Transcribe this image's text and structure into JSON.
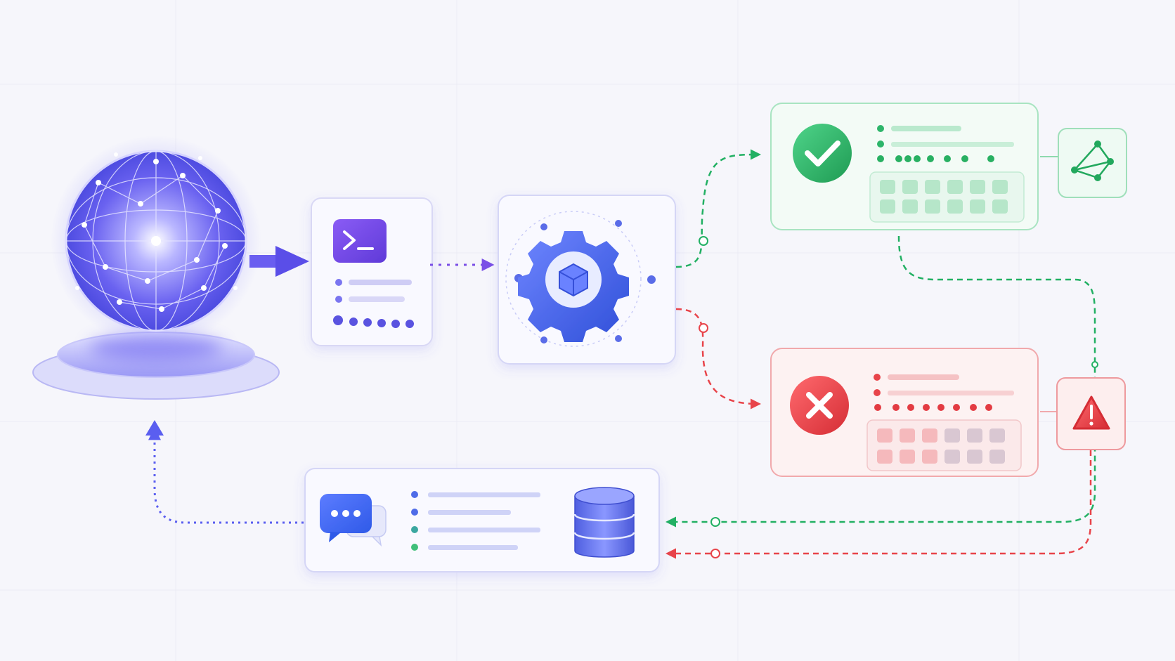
{
  "diagram": {
    "nodes": [
      {
        "id": "globe",
        "kind": "ai-core",
        "icon": "network-globe-icon"
      },
      {
        "id": "terminal",
        "kind": "prompt-card",
        "icon": "terminal-icon"
      },
      {
        "id": "processor",
        "kind": "processing-card",
        "icon": "gear-cube-icon"
      },
      {
        "id": "success",
        "kind": "result-card",
        "status": "success",
        "icon": "check-circle-icon"
      },
      {
        "id": "failure",
        "kind": "result-card",
        "status": "error",
        "icon": "x-circle-icon"
      },
      {
        "id": "graph",
        "kind": "badge",
        "icon": "graph-nodes-icon"
      },
      {
        "id": "alert",
        "kind": "badge",
        "icon": "warning-triangle-icon"
      },
      {
        "id": "memory",
        "kind": "feedback-card",
        "icons": [
          "chat-bubble-icon",
          "database-icon"
        ]
      }
    ],
    "edges": [
      {
        "from": "globe",
        "to": "terminal",
        "style": "solid"
      },
      {
        "from": "terminal",
        "to": "processor",
        "style": "dotted"
      },
      {
        "from": "processor",
        "to": "success",
        "style": "dashed",
        "status": "success"
      },
      {
        "from": "processor",
        "to": "failure",
        "style": "dashed",
        "status": "error"
      },
      {
        "from": "success",
        "to": "graph",
        "style": "solid"
      },
      {
        "from": "failure",
        "to": "alert",
        "style": "solid"
      },
      {
        "from": "success",
        "to": "memory",
        "style": "dashed",
        "status": "success"
      },
      {
        "from": "alert",
        "to": "memory",
        "style": "dashed",
        "status": "error"
      },
      {
        "from": "memory",
        "to": "globe",
        "style": "dotted"
      }
    ]
  },
  "colors": {
    "primary": "#5a5ef0",
    "violet": "#7a4fe6",
    "success": "#22b063",
    "error": "#e8444a",
    "panel": "#f9f9ff",
    "background": "#f6f6fb"
  }
}
